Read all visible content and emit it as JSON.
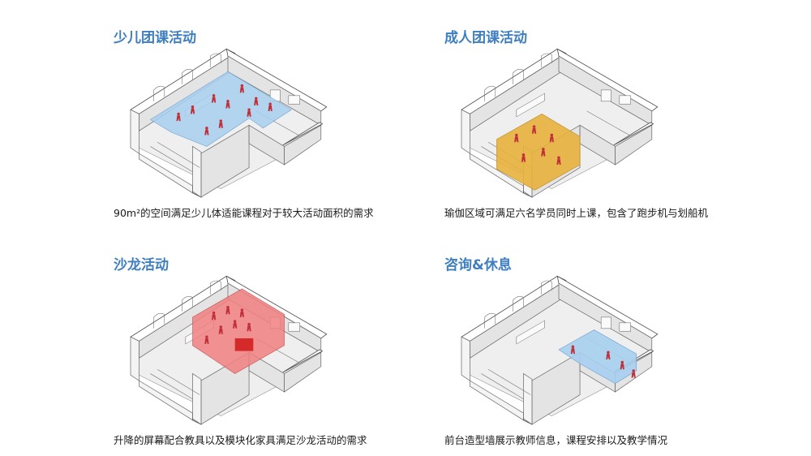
{
  "panels": [
    {
      "id": "kids",
      "title": "少儿团课活动",
      "caption": "90m²的空间满足少儿体适能课程对于较大活动面积的需求",
      "highlight_color": "#a8d0f0"
    },
    {
      "id": "adult",
      "title": "成人团课活动",
      "caption": "瑜伽区域可满足六名学员同时上课，包含了跑步机与划船机",
      "highlight_color": "#e8b23c"
    },
    {
      "id": "salon",
      "title": "沙龙活动",
      "caption": "升降的屏幕配合教具以及模块化家具满足沙龙活动的需求",
      "highlight_color": "#f28080"
    },
    {
      "id": "consult",
      "title": "咨询&休息",
      "caption": "前台造型墙展示教师信息，课程安排以及教学情况",
      "highlight_color": "#a8d0f0"
    }
  ]
}
